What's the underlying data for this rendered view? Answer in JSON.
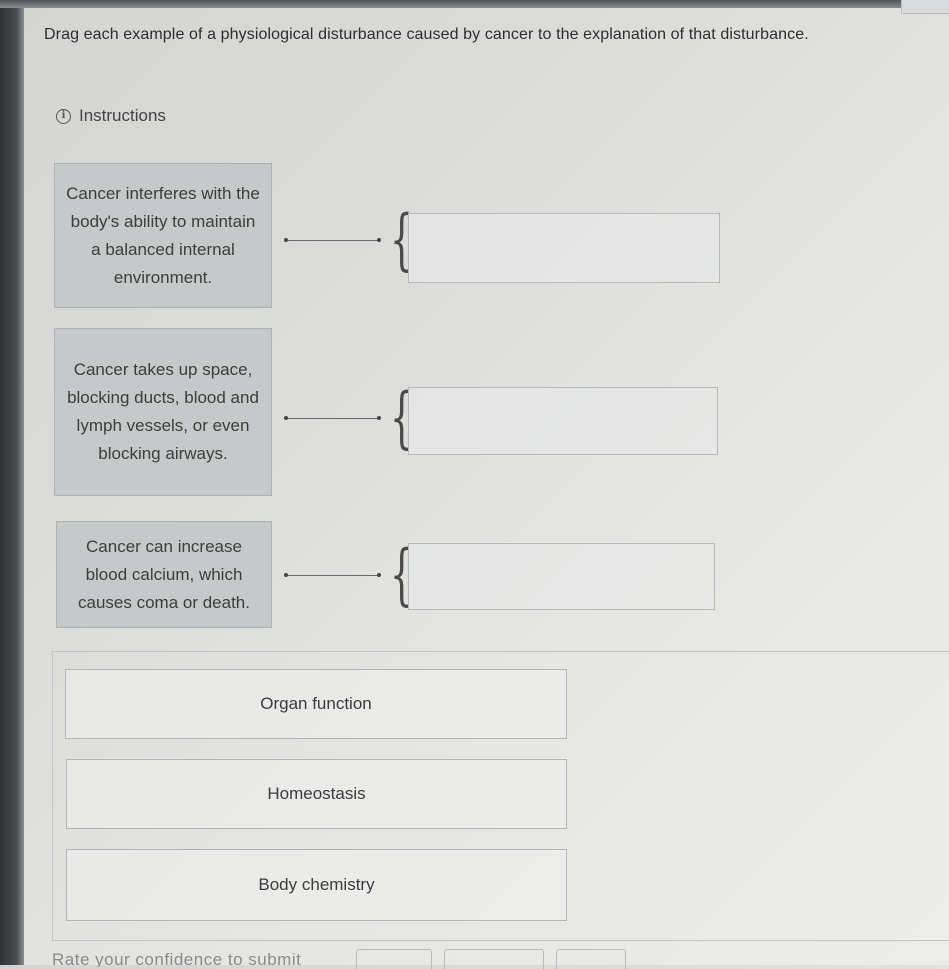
{
  "prompt": "Drag each example of a physiological disturbance caused by cancer to the explanation of that disturbance.",
  "instructions_label": "Instructions",
  "info_icon_glyph": "i",
  "examples": [
    {
      "text": "Cancer interferes with the body's ability to maintain a balanced internal environment."
    },
    {
      "text": "Cancer takes up space, blocking ducts, blood and lymph vessels, or even blocking airways."
    },
    {
      "text": "Cancer can increase blood calcium, which causes coma or death."
    }
  ],
  "brace_glyph": "{",
  "answer_bank": [
    {
      "label": "Organ function"
    },
    {
      "label": "Homeostasis"
    },
    {
      "label": "Body chemistry"
    }
  ],
  "footer_text": "Rate your confidence to submit",
  "colors": {
    "card_bg": "#c5c9ca",
    "zone_border": "#b7babb",
    "text": "#3a3a3a"
  }
}
